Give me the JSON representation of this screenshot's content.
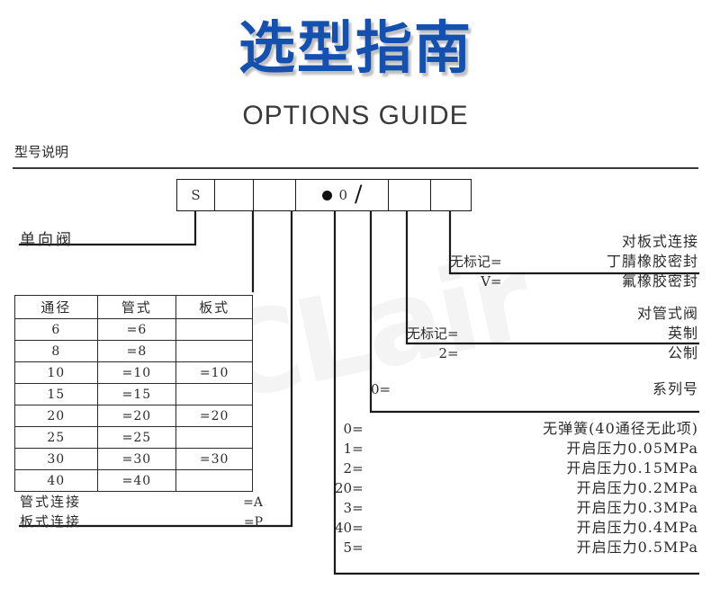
{
  "header": {
    "title_cn": "选型指南",
    "title_en": "OPTIONS GUIDE",
    "accent_color": "#1450b0",
    "section_label": "型号说明"
  },
  "watermark": {
    "text": "ACCLair"
  },
  "model_code": {
    "cells": [
      {
        "name": "prefix",
        "value": "S"
      },
      {
        "name": "bore",
        "value": ""
      },
      {
        "name": "body-type",
        "value": ""
      },
      {
        "name": "cracking-pressure",
        "value": "0",
        "has_dot": true,
        "has_slash": true
      },
      {
        "name": "series",
        "value": ""
      },
      {
        "name": "seal",
        "value": ""
      }
    ]
  },
  "left_label": "单向阀",
  "spec_table": {
    "headers": [
      "通径",
      "管式",
      "板式"
    ],
    "rows": [
      [
        "6",
        "=6",
        ""
      ],
      [
        "8",
        "=8",
        ""
      ],
      [
        "10",
        "=10",
        "=10"
      ],
      [
        "15",
        "=15",
        ""
      ],
      [
        "20",
        "=20",
        "=20"
      ],
      [
        "25",
        "=25",
        ""
      ],
      [
        "30",
        "=30",
        "=30"
      ],
      [
        "40",
        "=40",
        ""
      ]
    ]
  },
  "connection_legend": [
    {
      "label": "管式连接",
      "value": "=A"
    },
    {
      "label": "板式连接",
      "value": "=P"
    }
  ],
  "annotations": {
    "seal": {
      "codes": [
        "",
        "无标记=",
        "V="
      ],
      "descs": [
        "对板式连接",
        "丁腈橡胶密封",
        "氟橡胶密封"
      ]
    },
    "valve_thread": {
      "codes": [
        "",
        "无标记=",
        "2="
      ],
      "descs": [
        "对管式阀",
        "英制",
        "公制"
      ]
    },
    "series": {
      "codes": [
        "0="
      ],
      "descs": [
        "系列号"
      ]
    },
    "pressure": {
      "codes": [
        "0=",
        "1=",
        "2=",
        "20=",
        "3=",
        "40=",
        "5="
      ],
      "descs": [
        "无弹簧(40通径无此项)",
        "开启压力0.05MPa",
        "开启压力0.15MPa",
        "开启压力0.2MPa",
        "开启压力0.3MPa",
        "开启压力0.4MPa",
        "开启压力0.5MPa"
      ]
    }
  }
}
